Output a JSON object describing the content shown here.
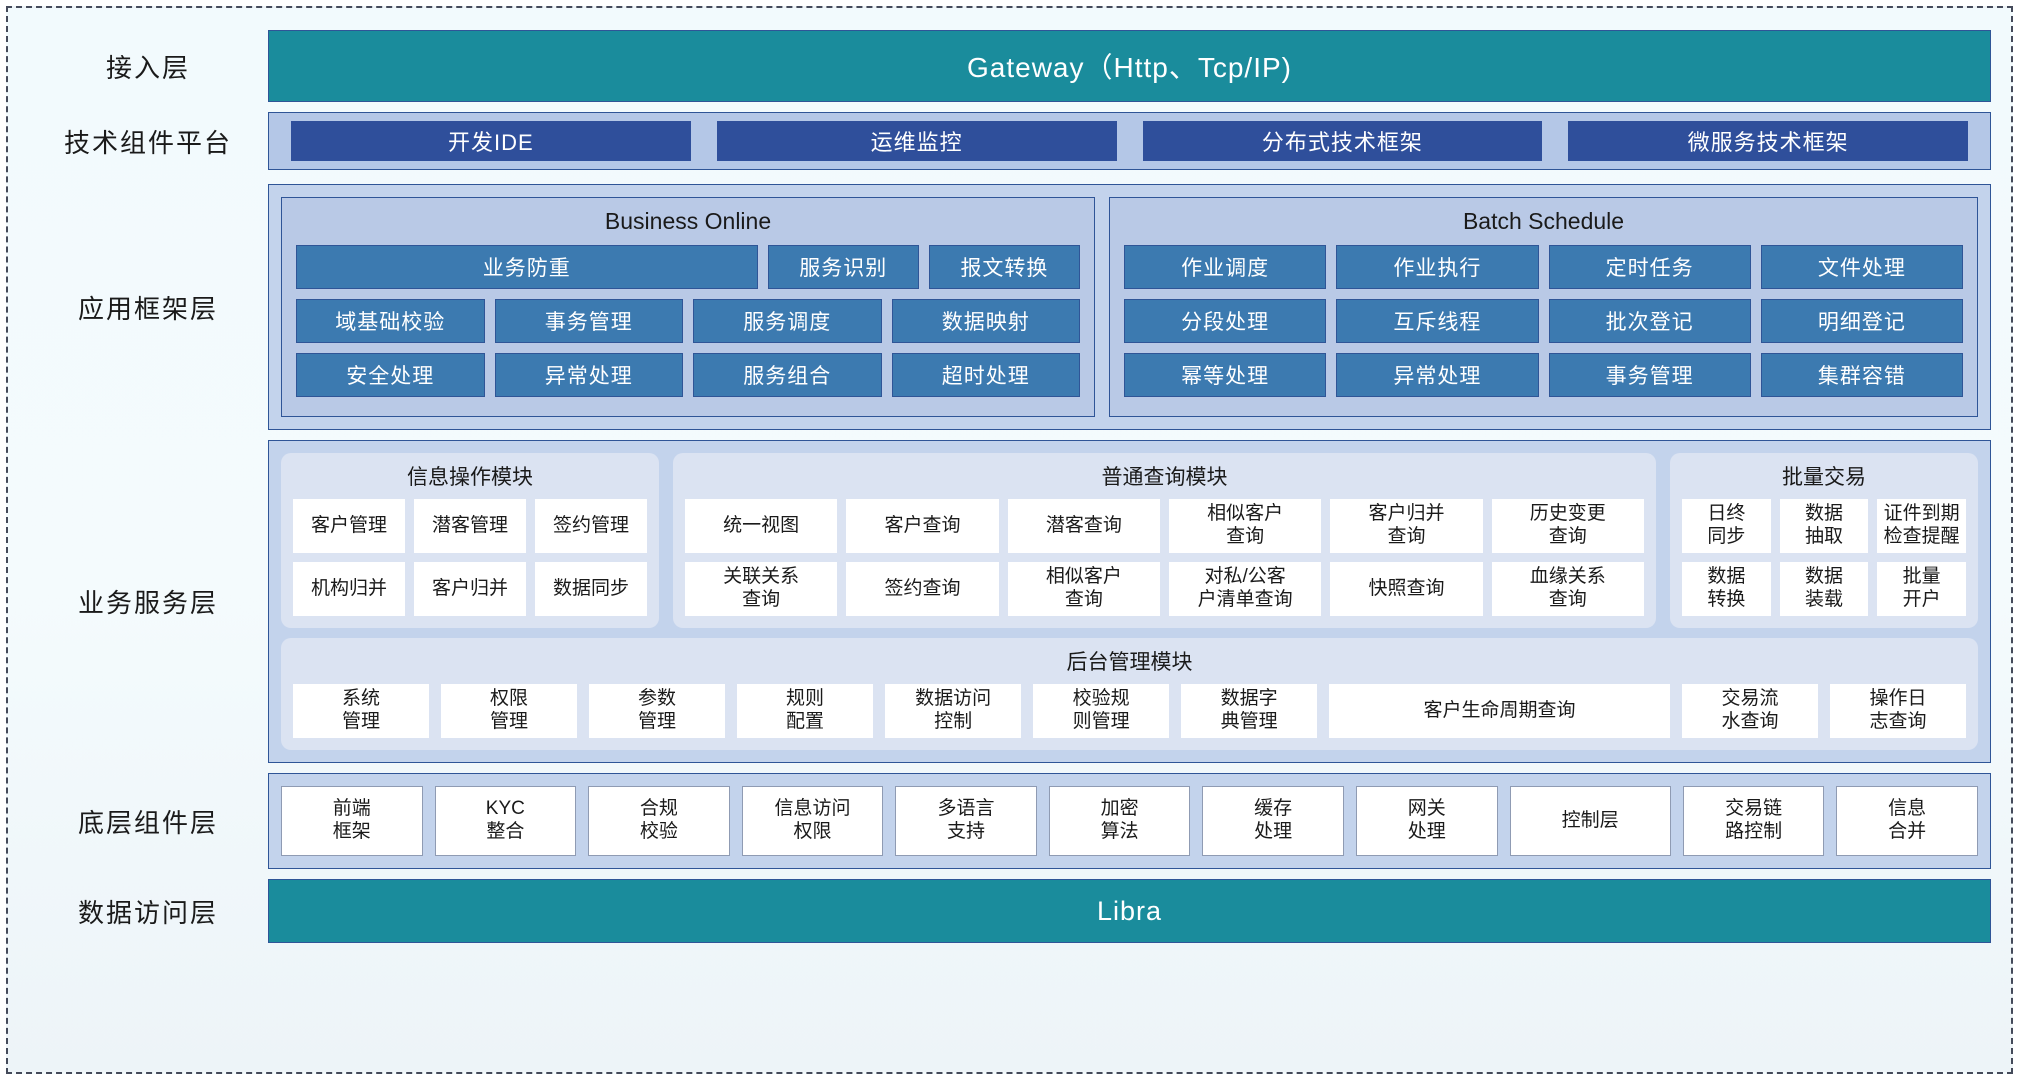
{
  "layers": [
    {
      "label": "接入层"
    },
    {
      "label": "技术组件平台"
    },
    {
      "label": "应用框架层"
    },
    {
      "label": "业务服务层"
    },
    {
      "label": "底层组件层"
    },
    {
      "label": "数据访问层"
    }
  ],
  "access_layer": {
    "label": "接入层",
    "banner": "Gateway（Http、Tcp/IP)"
  },
  "tech_platform": {
    "label": "技术组件平台",
    "items": [
      "开发IDE",
      "运维监控",
      "分布式技术框架",
      "微服务技术框架"
    ]
  },
  "app_framework": {
    "label": "应用框架层",
    "business_online": {
      "title": "Business Online",
      "row1_wide": "业务防重",
      "row1": [
        "服务识别",
        "报文转换"
      ],
      "row2": [
        "域基础校验",
        "事务管理",
        "服务调度",
        "数据映射"
      ],
      "row3": [
        "安全处理",
        "异常处理",
        "服务组合",
        "超时处理"
      ]
    },
    "batch_schedule": {
      "title": "Batch Schedule",
      "row1": [
        "作业调度",
        "作业执行",
        "定时任务",
        "文件处理"
      ],
      "row2": [
        "分段处理",
        "互斥线程",
        "批次登记",
        "明细登记"
      ],
      "row3": [
        "幂等处理",
        "异常处理",
        "事务管理",
        "集群容错"
      ]
    }
  },
  "business_service": {
    "label": "业务服务层",
    "info_ops_module": {
      "title": "信息操作模块",
      "row1": [
        "客户管理",
        "潜客管理",
        "签约管理"
      ],
      "row2": [
        "机构归并",
        "客户归并",
        "数据同步"
      ]
    },
    "common_query_module": {
      "title": "普通查询模块",
      "row1": [
        "统一视图",
        "客户查询",
        "潜客查询",
        "相似客户\n查询",
        "客户归并\n查询",
        "历史变更\n查询"
      ],
      "row2": [
        "关联关系\n查询",
        "签约查询",
        "相似客户\n查询",
        "对私/公客\n户清单查询",
        "快照查询",
        "血缘关系\n查询"
      ]
    },
    "batch_trade_module": {
      "title": "批量交易",
      "row1": [
        "日终\n同步",
        "数据\n抽取",
        "证件到期\n检查提醒"
      ],
      "row2": [
        "数据\n转换",
        "数据\n装载",
        "批量\n开户"
      ]
    },
    "admin_module": {
      "title": "后台管理模块",
      "items": [
        "系统\n管理",
        "权限\n管理",
        "参数\n管理",
        "规则\n配置",
        "数据访问\n控制",
        "校验规\n则管理",
        "数据字\n典管理",
        "客户生命周期查询",
        "交易流\n水查询",
        "操作日\n志查询"
      ]
    }
  },
  "base_components": {
    "label": "底层组件层",
    "items": [
      "前端\n框架",
      "KYC\n整合",
      "合规\n校验",
      "信息访问\n权限",
      "多语言\n支持",
      "加密\n算法",
      "缓存\n处理",
      "网关\n处理",
      "控制层",
      "交易链\n路控制",
      "信息\n合并"
    ]
  },
  "data_access": {
    "label": "数据访问层",
    "banner": "Libra"
  },
  "colors": {
    "teal": "#1a8c9c",
    "dark_blue_chip": "#2f4f9b",
    "panel_blue": "#c3d3ec",
    "group_blue": "#b9c9e6",
    "chip_blue": "#3c7ab0",
    "module_bg": "#dbe3f2",
    "border": "#2f5597",
    "page_bg": "#f2fafd"
  }
}
